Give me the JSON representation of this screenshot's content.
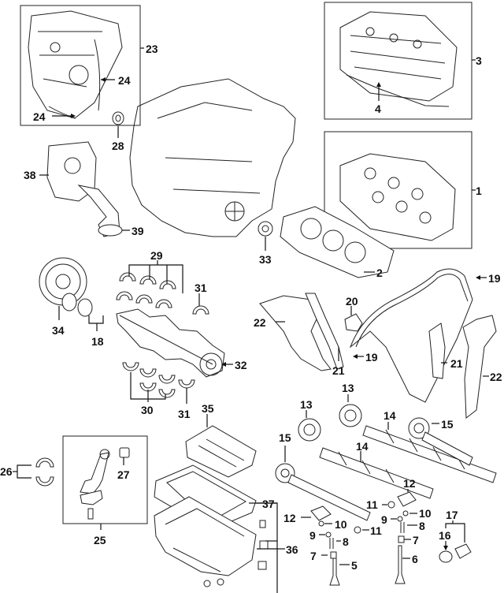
{
  "diagram": {
    "callouts": {
      "c1": "1",
      "c2": "2",
      "c3": "3",
      "c4": "4",
      "c5": "5",
      "c6": "6",
      "c7a": "7",
      "c7b": "7",
      "c8a": "8",
      "c8b": "8",
      "c9a": "9",
      "c9b": "9",
      "c10a": "10",
      "c10b": "10",
      "c11a": "11",
      "c11b": "11",
      "c12a": "12",
      "c12b": "12",
      "c13": "13",
      "c14a": "14",
      "c14b": "14",
      "c15a": "15",
      "c15b": "15",
      "c16": "16",
      "c17": "17",
      "c18": "18",
      "c19a": "19",
      "c19b": "19",
      "c20": "20",
      "c21a": "21",
      "c21b": "21",
      "c22a": "22",
      "c22b": "22",
      "c23": "23",
      "c24a": "24",
      "c24b": "24",
      "c25": "25",
      "c26": "26",
      "c27": "27",
      "c28": "28",
      "c29": "29",
      "c30": "30",
      "c31a": "31",
      "c31b": "31",
      "c32": "32",
      "c33": "33",
      "c34": "34",
      "c35": "35",
      "c36": "36",
      "c37": "37",
      "c38": "38",
      "c39": "39"
    }
  }
}
